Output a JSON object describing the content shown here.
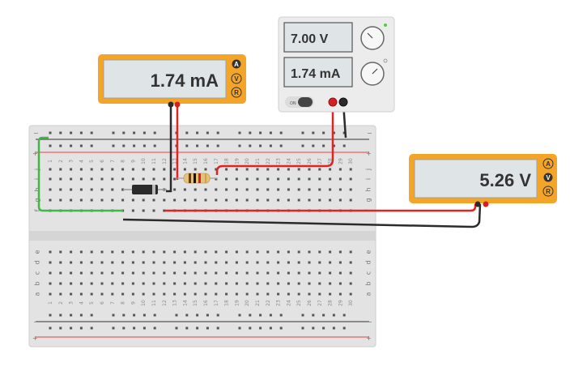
{
  "ammeter": {
    "reading": "1.74 mA",
    "mode_buttons": [
      "A",
      "V",
      "R"
    ]
  },
  "voltmeter": {
    "reading": "5.26 V",
    "mode_buttons": [
      "A",
      "V",
      "R"
    ]
  },
  "power_supply": {
    "voltage_display": "7.00 V",
    "current_display": "1.74 mA",
    "power_switch_label": "ON"
  },
  "breadboard": {
    "columns": [
      "1",
      "2",
      "3",
      "4",
      "5",
      "6",
      "7",
      "8",
      "9",
      "10",
      "11",
      "12",
      "13",
      "14",
      "15",
      "16",
      "17",
      "18",
      "19",
      "20",
      "21",
      "22",
      "23",
      "24",
      "25",
      "26",
      "27",
      "28",
      "29",
      "30"
    ],
    "top_rows": [
      "j",
      "i",
      "h",
      "g",
      "f"
    ],
    "bottom_rows": [
      "e",
      "d",
      "c",
      "b",
      "a"
    ],
    "rail_minus": "−",
    "rail_plus": "+"
  },
  "colors": {
    "meter_body": "#f4a427",
    "lcd": "#dfe4e6",
    "wire_red": "#e02424",
    "wire_black": "#2b2b2b",
    "wire_green": "#43b649",
    "rail_red": "#e0443c"
  }
}
